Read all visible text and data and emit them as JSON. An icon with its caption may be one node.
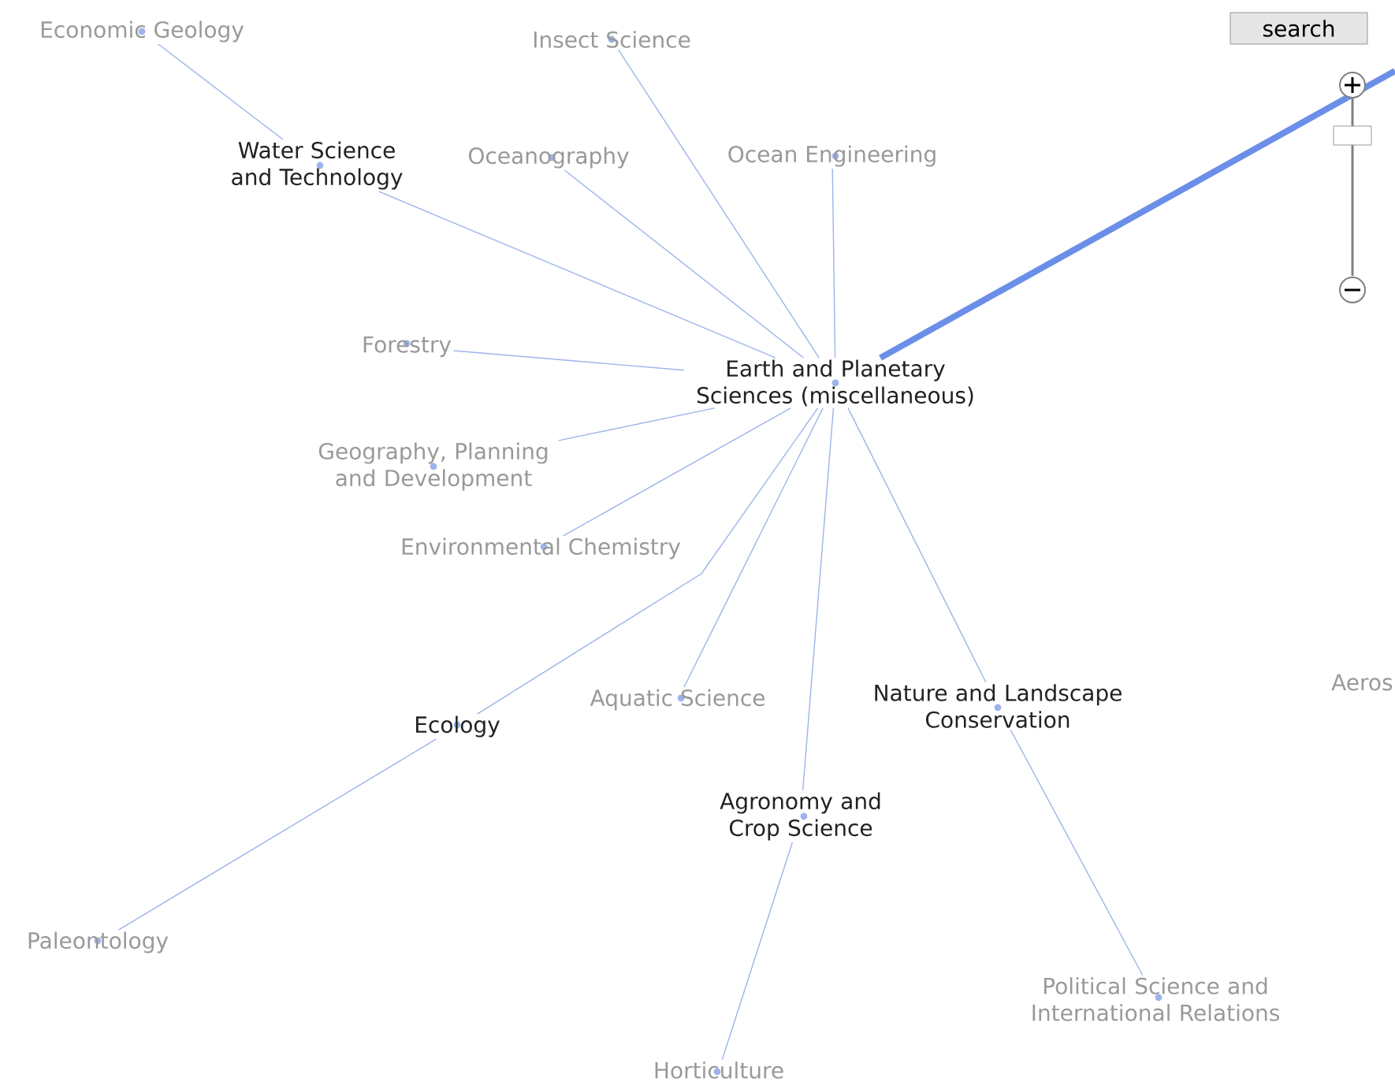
{
  "diagram": {
    "nodes": [
      {
        "text": [
          "Economic Geology"
        ]
      },
      {
        "text": [
          "Insect Science"
        ]
      },
      {
        "text": [
          "Water Science and Technology"
        ]
      },
      {
        "text": [
          "Oceanography"
        ]
      },
      {
        "text": [
          "Ocean Engineering"
        ]
      },
      {
        "text": [
          "Forestry"
        ]
      },
      {
        "text": [
          "Earth and Planetary Sciences (miscellaneous)"
        ]
      },
      {
        "text": [
          "Geography, Planning and Development"
        ]
      },
      {
        "text": [
          "Environmental Chemistry"
        ]
      },
      {
        "text": [
          "Aquatic Science"
        ]
      },
      {
        "text": [
          "Ecology"
        ]
      },
      {
        "text": [
          "Nature and Landscape Conservation"
        ]
      },
      {
        "text": [
          "Agronomy and Crop Science"
        ]
      },
      {
        "text": [
          "Paleontology"
        ]
      },
      {
        "text": [
          "Political Science and International Relations"
        ]
      },
      {
        "text": [
          "Horticulture"
        ]
      }
    ],
    "edges": [
      {
        "from": 0,
        "to": 2,
        "arrow": "none"
      },
      {
        "from": 2,
        "to": 6,
        "arrow": "none"
      },
      {
        "from": 1,
        "to": 6,
        "arrow": "none"
      },
      {
        "from": 3,
        "to": 6,
        "arrow": "none"
      },
      {
        "from": 4,
        "to": 6,
        "arrow": "none"
      },
      {
        "from": 5,
        "to": 6,
        "arrow": "none"
      },
      {
        "from": 7,
        "to": 6,
        "arrow": "none"
      },
      {
        "from": 8,
        "to": 6,
        "arrow": "none"
      },
      {
        "from": 9,
        "to": 6,
        "arrow": "none"
      },
      {
        "from": 10,
        "to": 6,
        "arrow": "none"
      },
      {
        "from": 11,
        "to": 6,
        "arrow": "none"
      },
      {
        "from": 12,
        "to": 6,
        "arrow": "none"
      },
      {
        "from": 13,
        "to": 10,
        "arrow": "none"
      },
      {
        "from": 15,
        "to": 12,
        "arrow": "none"
      },
      {
        "from": 14,
        "to": 11,
        "arrow": "none"
      },
      {
        "from": 6,
        "to": null,
        "arrow": "none",
        "style": "thick",
        "color": "#6b8fe8"
      }
    ],
    "labels": [
      "search",
      "Aeros"
    ]
  }
}
